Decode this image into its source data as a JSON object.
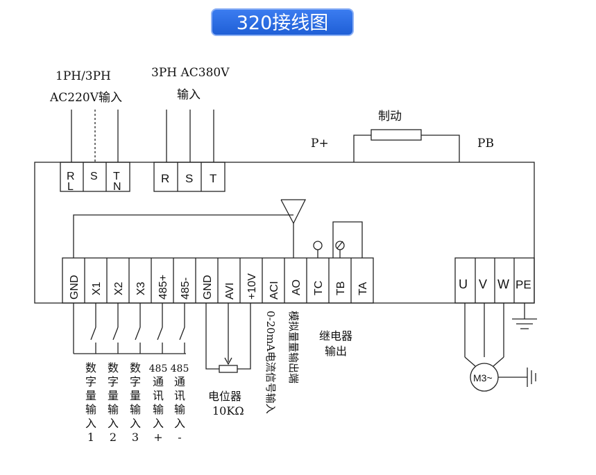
{
  "title": "320接线图",
  "power_inputs": {
    "single_phase": {
      "line1": "1PH/3PH",
      "line2": "AC220V输入",
      "terminals": [
        {
          "top": "R",
          "bottom": "L"
        },
        {
          "top": "S",
          "bottom": ""
        },
        {
          "top": "T",
          "bottom": "N"
        }
      ]
    },
    "three_phase": {
      "line1": "3PH  AC380V",
      "line2": "输入",
      "terminals": [
        "R",
        "S",
        "T"
      ]
    }
  },
  "brake": {
    "label": "制动",
    "p_plus": "P+",
    "pb": "PB"
  },
  "control_terminals": [
    "GND",
    "X1",
    "X2",
    "X3",
    "485+",
    "485-",
    "GND",
    "AVI",
    "+10V",
    "ACI",
    "AO",
    "TC",
    "TB",
    "TA"
  ],
  "motor_terminals": [
    "U",
    "V",
    "W",
    "PE"
  ],
  "motor_label": "M3~",
  "descriptions": {
    "x1": [
      "数",
      "字",
      "量",
      "输",
      "入",
      "1"
    ],
    "x2": [
      "数",
      "字",
      "量",
      "输",
      "入",
      "2"
    ],
    "x3": [
      "数",
      "字",
      "量",
      "输",
      "入",
      "3"
    ],
    "rs485p": [
      "485",
      "通",
      "讯",
      "输",
      "入",
      "+"
    ],
    "rs485n": [
      "485",
      "通",
      "讯",
      "输",
      "入",
      "-"
    ],
    "pot_line1": "电位器",
    "pot_line2": "10KΩ",
    "aci": "0-20mA电流信号输入",
    "ao": "模拟量量输出端",
    "relay_line1": "继电器",
    "relay_line2": "输出"
  }
}
